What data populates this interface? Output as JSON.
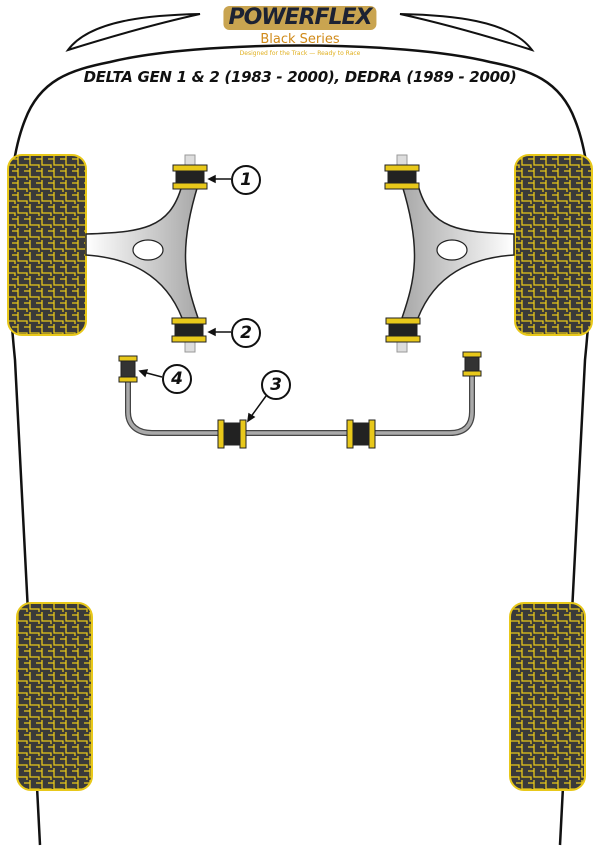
{
  "logo": {
    "brand": "POWERFLEX",
    "series": "Black Series",
    "tagline": "Designed for the Track — Ready to Race"
  },
  "title": "DELTA GEN 1 & 2 (1983 - 2000), DEDRA (1989 - 2000)",
  "callouts": [
    "1",
    "2",
    "3",
    "4"
  ],
  "colors": {
    "polyurethane": "#e8c81a",
    "tread": "#3a3a3a",
    "arm": "#b8b8b8",
    "outline": "#111111"
  }
}
